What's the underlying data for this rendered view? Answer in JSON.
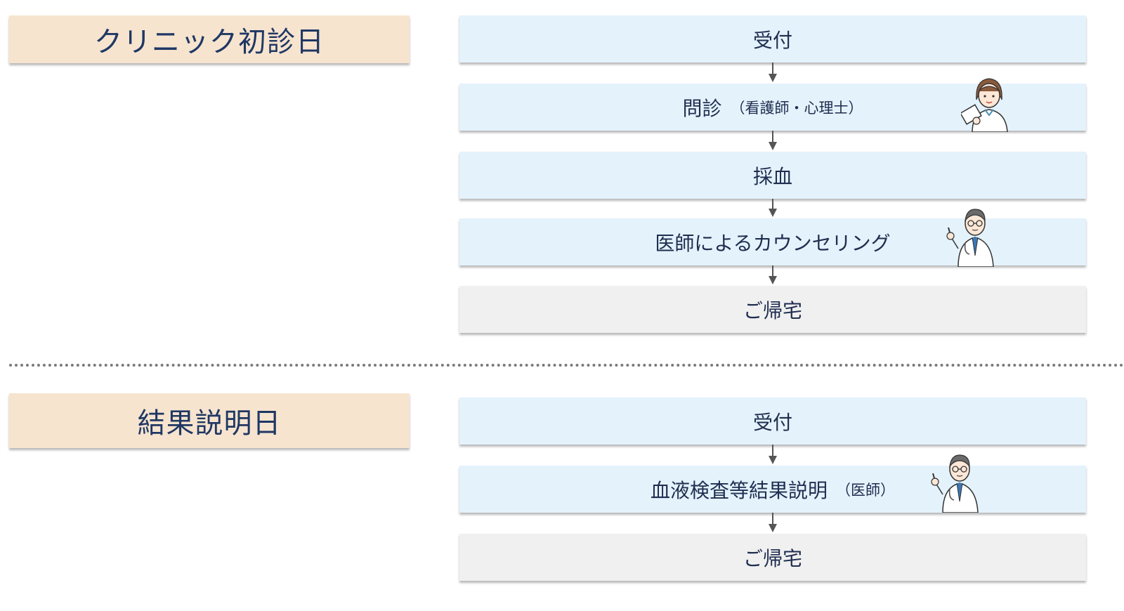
{
  "day1": {
    "title": "クリニック初診日",
    "steps": [
      {
        "label": "受付",
        "sub": ""
      },
      {
        "label": "問診",
        "sub": "（看護師・心理士）"
      },
      {
        "label": "採血",
        "sub": ""
      },
      {
        "label": "医師によるカウンセリング",
        "sub": ""
      },
      {
        "label": "ご帰宅",
        "sub": ""
      }
    ]
  },
  "day2": {
    "title": "結果説明日",
    "steps": [
      {
        "label": "受付",
        "sub": ""
      },
      {
        "label": "血液検査等結果説明",
        "sub": "（医師）"
      },
      {
        "label": "ご帰宅",
        "sub": ""
      }
    ]
  },
  "colors": {
    "title_box": "#f7e4cf",
    "step_box": "#e4f2fc",
    "end_box": "#f0f0f0",
    "text": "#1f3864",
    "arrow": "#555555"
  },
  "icons": [
    "nurse-illustration",
    "doctor-illustration",
    "doctor-illustration"
  ]
}
